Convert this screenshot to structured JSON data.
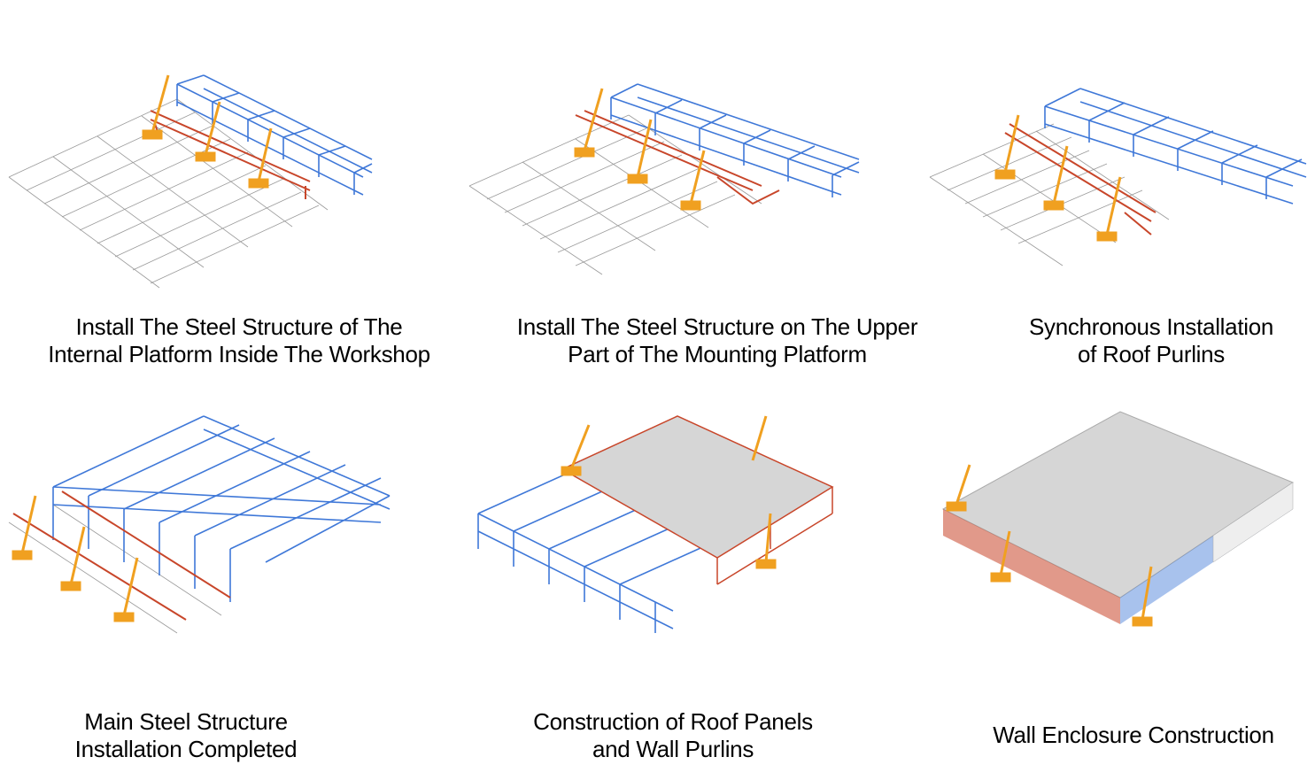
{
  "steps": [
    {
      "line1": "Install The Steel Structure of The",
      "line2": "Internal Platform Inside The Workshop"
    },
    {
      "line1": "Install The Steel Structure on The Upper",
      "line2": "Part of The Mounting Platform"
    },
    {
      "line1": "Synchronous Installation",
      "line2": "of Roof Purlins"
    },
    {
      "line1": "Main Steel Structure",
      "line2": "Installation Completed"
    },
    {
      "line1": "Construction of Roof Panels",
      "line2": "and Wall Purlins"
    },
    {
      "line1": "Wall Enclosure Construction",
      "line2": ""
    }
  ],
  "colors": {
    "steel": "#3f78d8",
    "platform": "#c8462a",
    "crane": "#f0a020",
    "grid": "#8a8a8a",
    "roof": "#d6d6d6"
  }
}
